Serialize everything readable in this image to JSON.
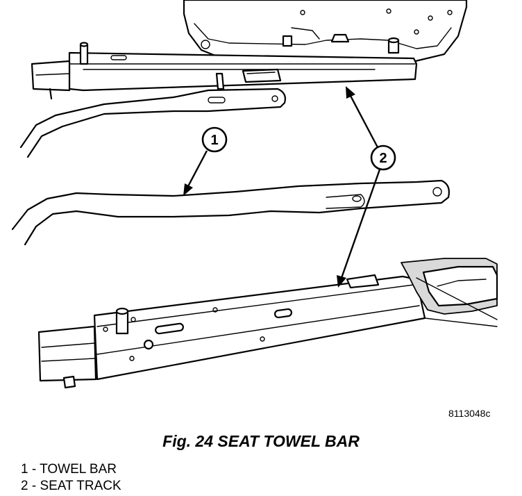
{
  "figure_code": "8113048c",
  "caption": "Fig. 24 SEAT TOWEL BAR",
  "callouts": [
    {
      "number": "1",
      "label": "TOWEL BAR"
    },
    {
      "number": "2",
      "label": "SEAT TRACK"
    }
  ],
  "legend": [
    "1 - TOWEL BAR",
    "2 - SEAT TRACK"
  ]
}
